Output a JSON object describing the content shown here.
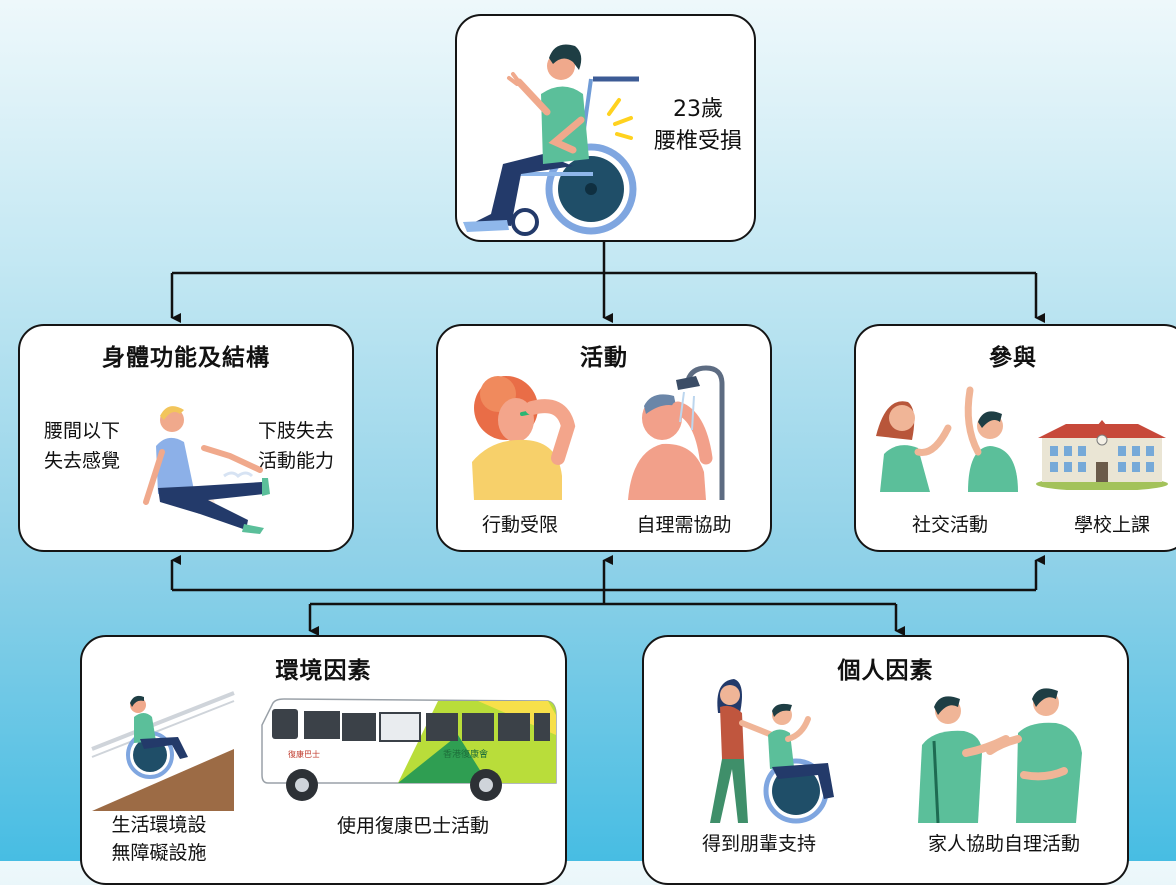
{
  "patient": {
    "age": "23歲",
    "condition": "腰椎受損"
  },
  "body_function": {
    "title": "身體功能及結構",
    "left_text": [
      "腰間以下",
      "失去感覺"
    ],
    "right_text": [
      "下肢失去",
      "活動能力"
    ]
  },
  "activity": {
    "title": "活動",
    "captions": [
      "行動受限",
      "自理需協助"
    ]
  },
  "participation": {
    "title": "參與",
    "captions": [
      "社交活動",
      "學校上課"
    ]
  },
  "environment": {
    "title": "環境因素",
    "caption_left": [
      "生活環境設",
      "無障礙設施"
    ],
    "caption_right": "使用復康巴士活動",
    "bus_text_1": "香港復康會",
    "bus_text_2": "復康巴士"
  },
  "personal": {
    "title": "個人因素",
    "captions": [
      "得到朋輩支持",
      "家人協助自理活動"
    ]
  },
  "colors": {
    "line": "#111111",
    "green": "#5bbf9a",
    "navy": "#233a6a",
    "accent": "#8fb7ea"
  }
}
